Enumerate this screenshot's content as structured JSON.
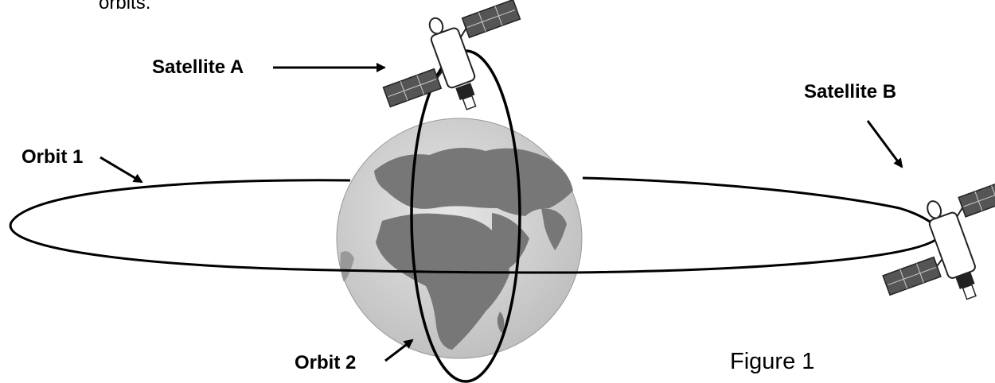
{
  "header": {
    "text": "orbits."
  },
  "labels": {
    "satellite_a": "Satellite A",
    "satellite_b": "Satellite B",
    "orbit_1": "Orbit 1",
    "orbit_2": "Orbit 2",
    "figure": "Figure 1"
  },
  "colors": {
    "ocean": "#c9c9c9",
    "land": "#7a7a7a",
    "orbit_line": "#000000",
    "panel": "#4a4a4a"
  },
  "icons": {
    "satellite": "satellite-icon",
    "earth": "globe-icon",
    "arrow": "arrow-icon"
  }
}
